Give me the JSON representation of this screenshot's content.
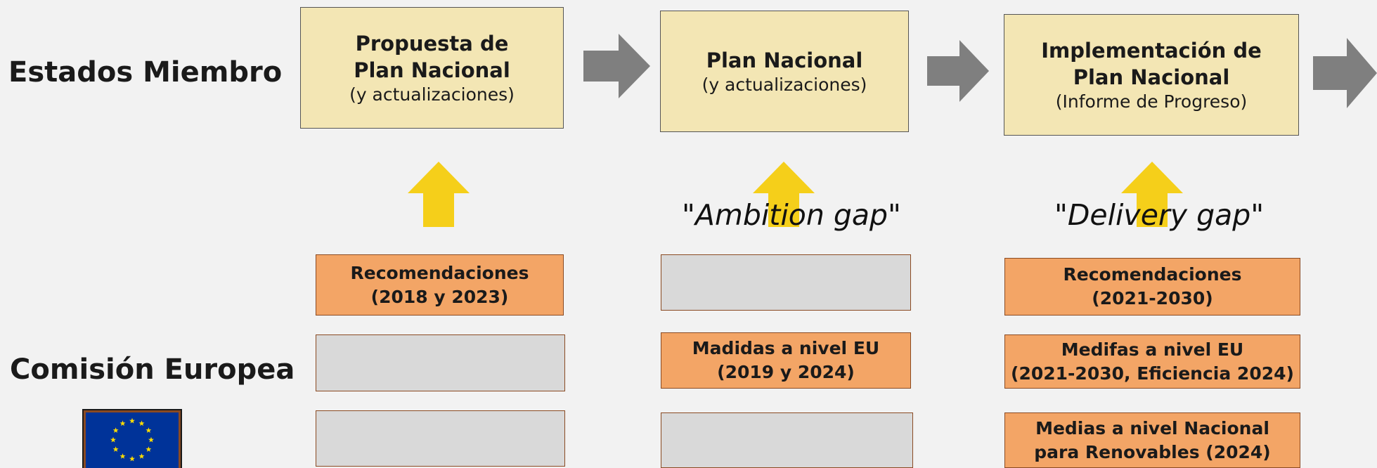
{
  "rows": {
    "members": "Estados Miembro",
    "commission": "Comisión Europea"
  },
  "stages": [
    {
      "title": "Propuesta de\nPlan Nacional",
      "subtitle": "(y actualizaciones)"
    },
    {
      "title": "Plan Nacional",
      "subtitle": "(y actualizaciones)"
    },
    {
      "title": "Implementación de\nPlan Nacional",
      "subtitle": "(Informe de Progreso)"
    }
  ],
  "gaps": [
    "\"Ambition gap\"",
    "\"Delivery gap\""
  ],
  "boxes": {
    "col1": [
      "Recomendaciones\n(2018 y 2023)",
      "",
      ""
    ],
    "col2": [
      "",
      "Madidas a nivel EU\n(2019 y 2024)",
      ""
    ],
    "col3": [
      "Recomendaciones\n(2021-2030)",
      "Medifas a nivel EU\n(2021-2030, Eficiencia 2024)",
      "Medias a nivel Nacional\npara Renovables (2024)"
    ]
  },
  "colors": {
    "background": "#f2f2f2",
    "plan_box": "#f3e6b4",
    "orange_box": "#f3a566",
    "grey_box": "#d9d9d9",
    "flow_arrow": "#7f7f7f",
    "up_arrow": "#f5cf1a",
    "eu_blue": "#003399",
    "eu_star": "#ffdd00"
  },
  "icons": [
    "arrow-right-icon",
    "arrow-up-icon",
    "eu-flag-icon"
  ]
}
